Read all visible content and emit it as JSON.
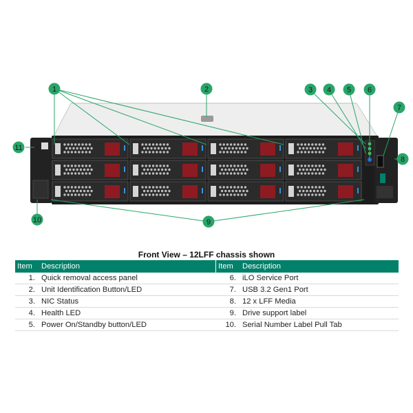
{
  "diagram": {
    "callouts": [
      "1",
      "2",
      "3",
      "4",
      "5",
      "6",
      "7",
      "8",
      "9",
      "10",
      "11"
    ]
  },
  "caption": "Front View – 12LFF chassis shown",
  "table": {
    "headers": [
      "Item",
      "Description",
      "Item",
      "Description"
    ],
    "rows": [
      [
        "1.",
        "Quick removal access panel",
        "6.",
        "iLO Service Port"
      ],
      [
        "2.",
        "Unit Identification Button/LED",
        "7.",
        "USB 3.2 Gen1 Port"
      ],
      [
        "3.",
        "NIC Status",
        "8.",
        "12 x LFF Media"
      ],
      [
        "4.",
        "Health LED",
        "9.",
        "Drive support label"
      ],
      [
        "5.",
        "Power On/Standby button/LED",
        "10.",
        "Serial Number Label Pull Tab"
      ]
    ]
  },
  "colors": {
    "accent_green": "#01806a",
    "callout_circle": "#2aa56a",
    "drive_latch_red": "#8e1b22",
    "chassis_black": "#1c1c1c"
  }
}
